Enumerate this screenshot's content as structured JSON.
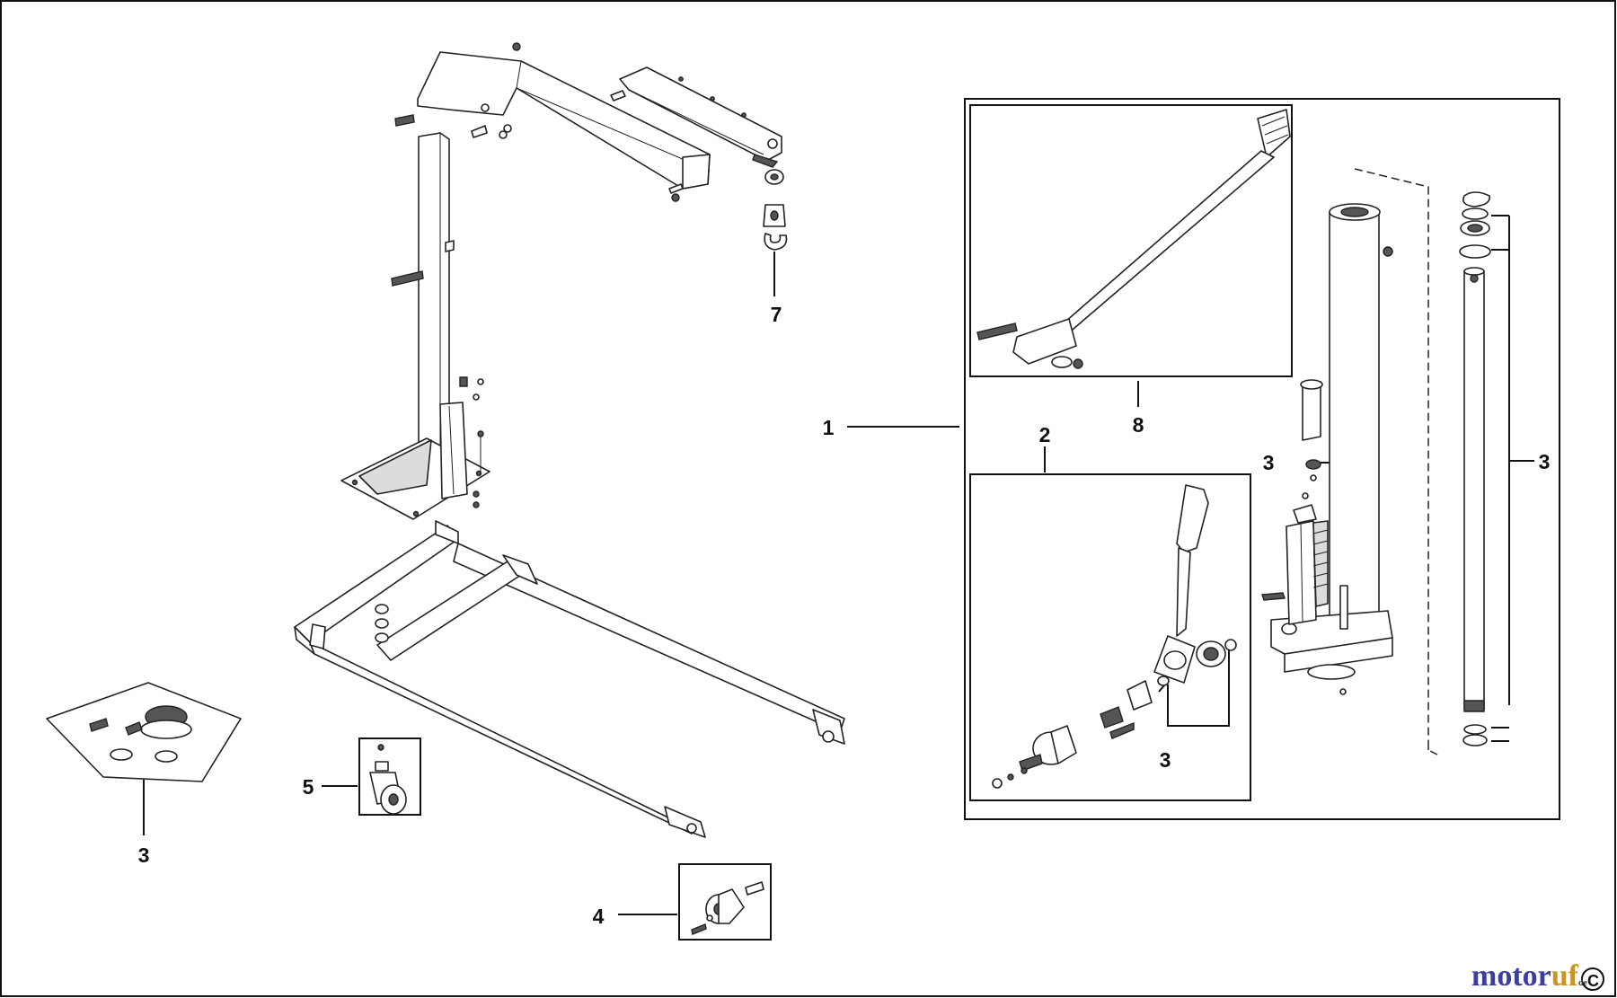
{
  "labels": {
    "frame_assembly": "1",
    "pump_handle_kit": "2",
    "seal_kit": "3",
    "rear_roller": "4",
    "castor_wheel": "5",
    "hook": "7",
    "lifting_handle": "8"
  },
  "watermark": {
    "part_a": "motor",
    "part_b": "uf",
    "suffix": "de"
  }
}
